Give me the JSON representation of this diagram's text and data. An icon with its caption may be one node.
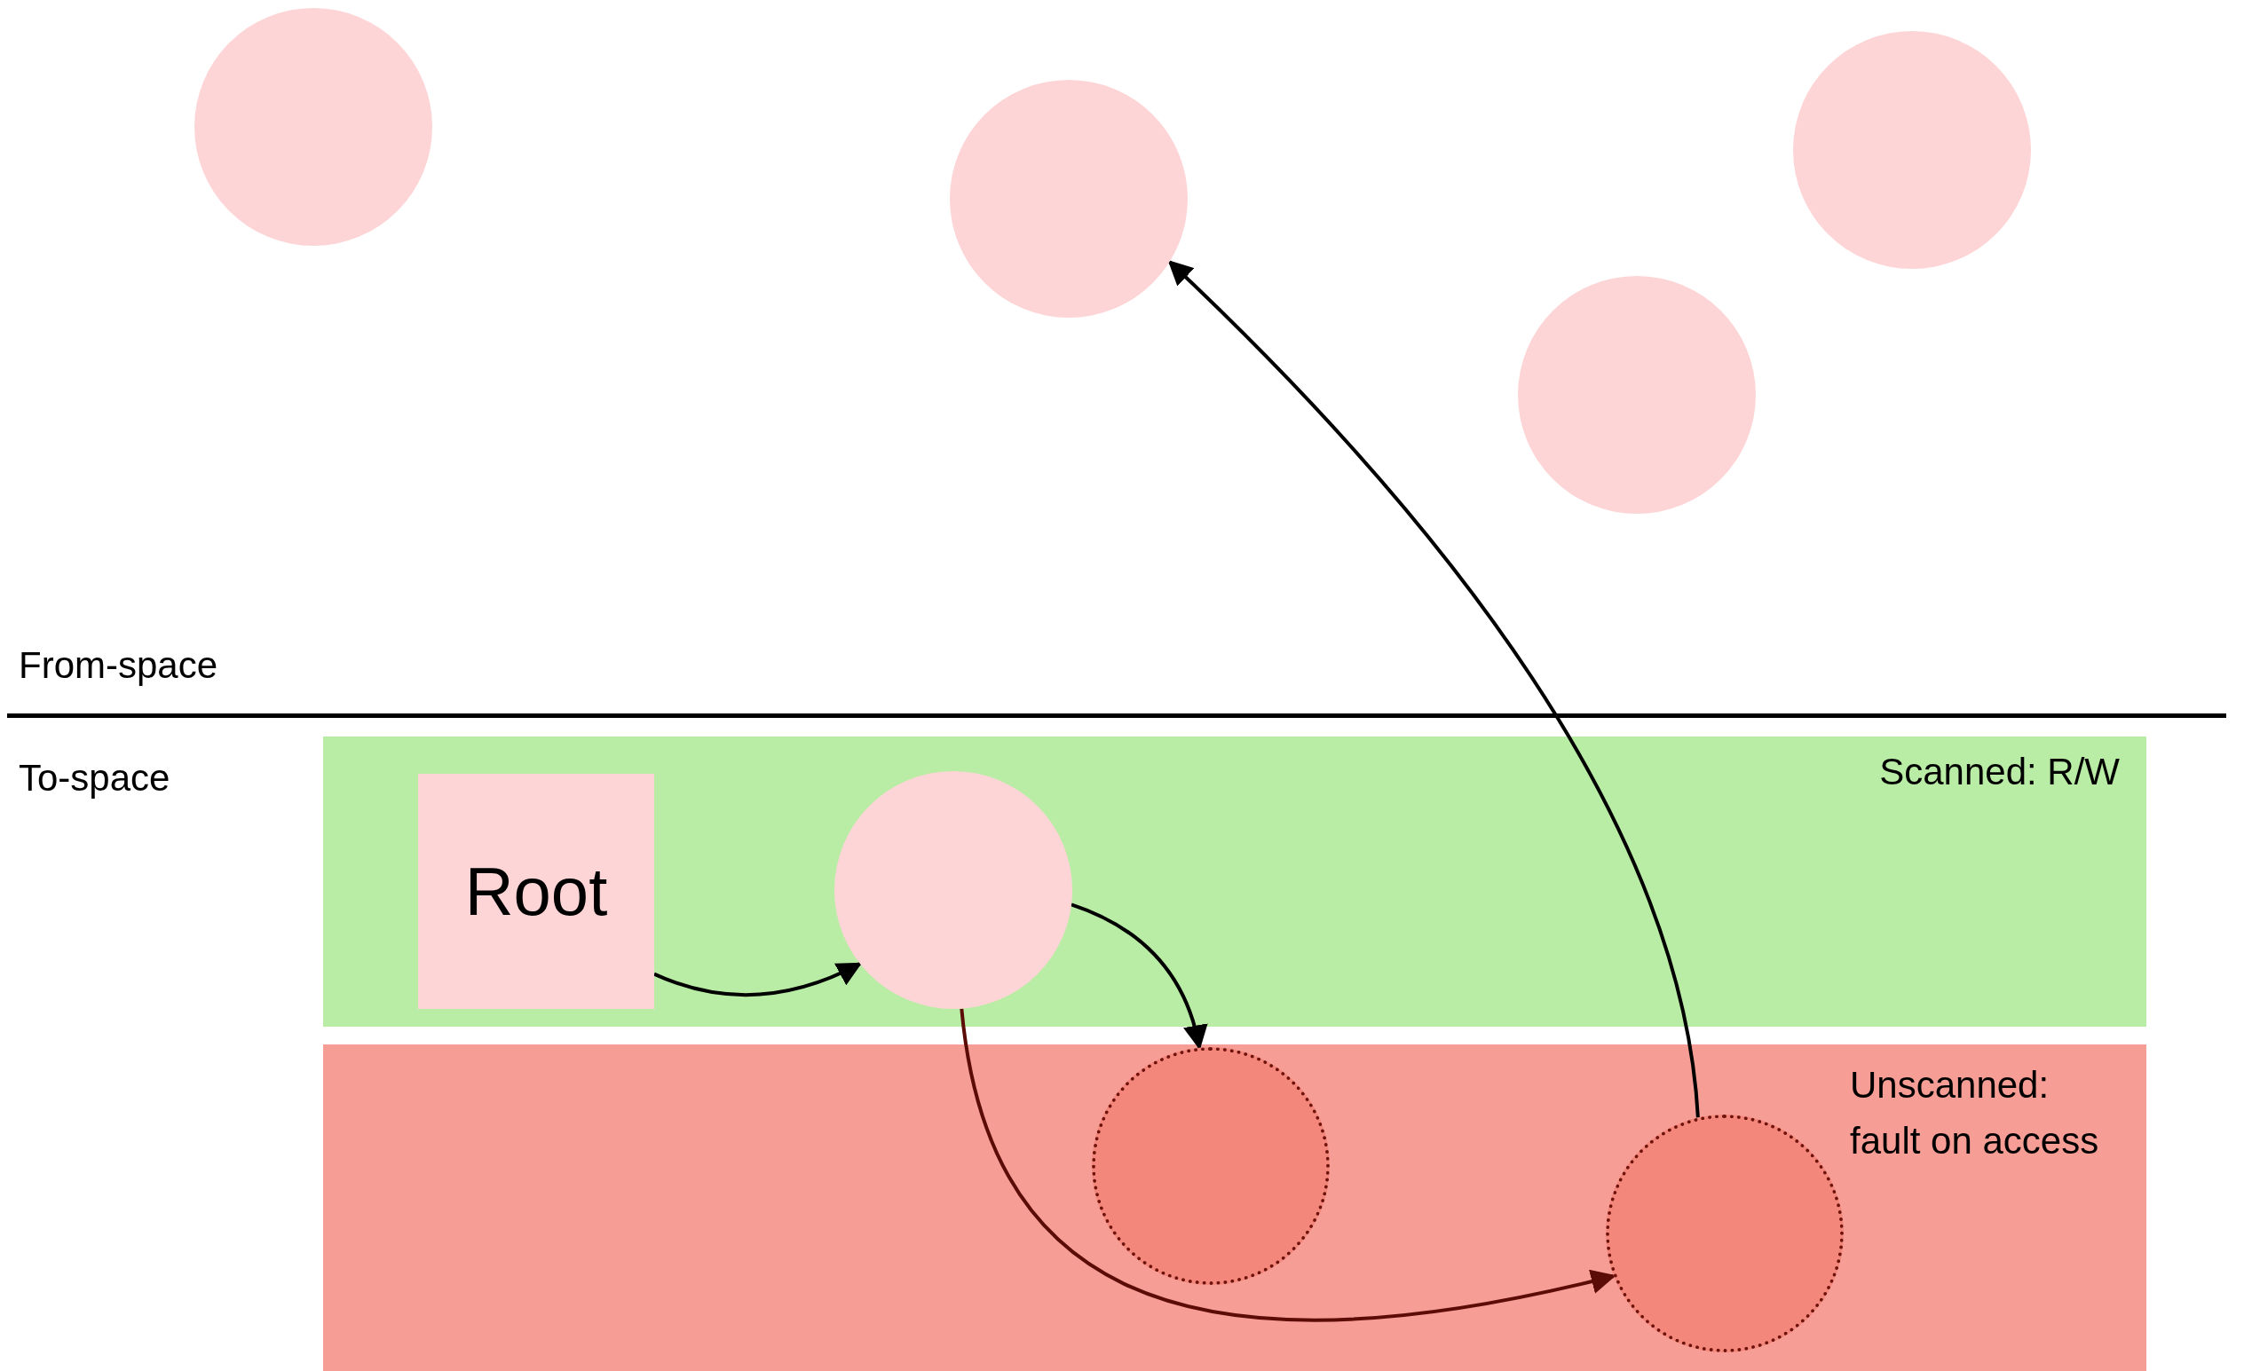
{
  "diagram": {
    "nodes": [
      {
        "text": [],
        "shape": "circle"
      },
      {
        "text": [],
        "shape": "circle"
      },
      {
        "text": [],
        "shape": "circle"
      },
      {
        "text": [],
        "shape": "circle"
      },
      {
        "text": [
          "Scanned: R/W"
        ]
      },
      {
        "text": [
          "Root"
        ],
        "in": 4
      },
      {
        "text": [],
        "shape": "circle",
        "in": 4
      },
      {
        "text": [
          "Unscanned: fault on access"
        ]
      },
      {
        "text": [],
        "shape": "circle",
        "in": 7
      },
      {
        "text": [],
        "shape": "circle",
        "in": 7
      }
    ],
    "edges": [
      {
        "from": 5,
        "to": 6,
        "arrow": "to"
      },
      {
        "from": 6,
        "to": 8,
        "arrow": "to"
      },
      {
        "from": 6,
        "to": 9,
        "arrow": "to",
        "color": "#5c0c06"
      },
      {
        "from": 9,
        "to": 1,
        "arrow": "to"
      }
    ],
    "labels": [
      "From-space",
      "To-space"
    ]
  }
}
